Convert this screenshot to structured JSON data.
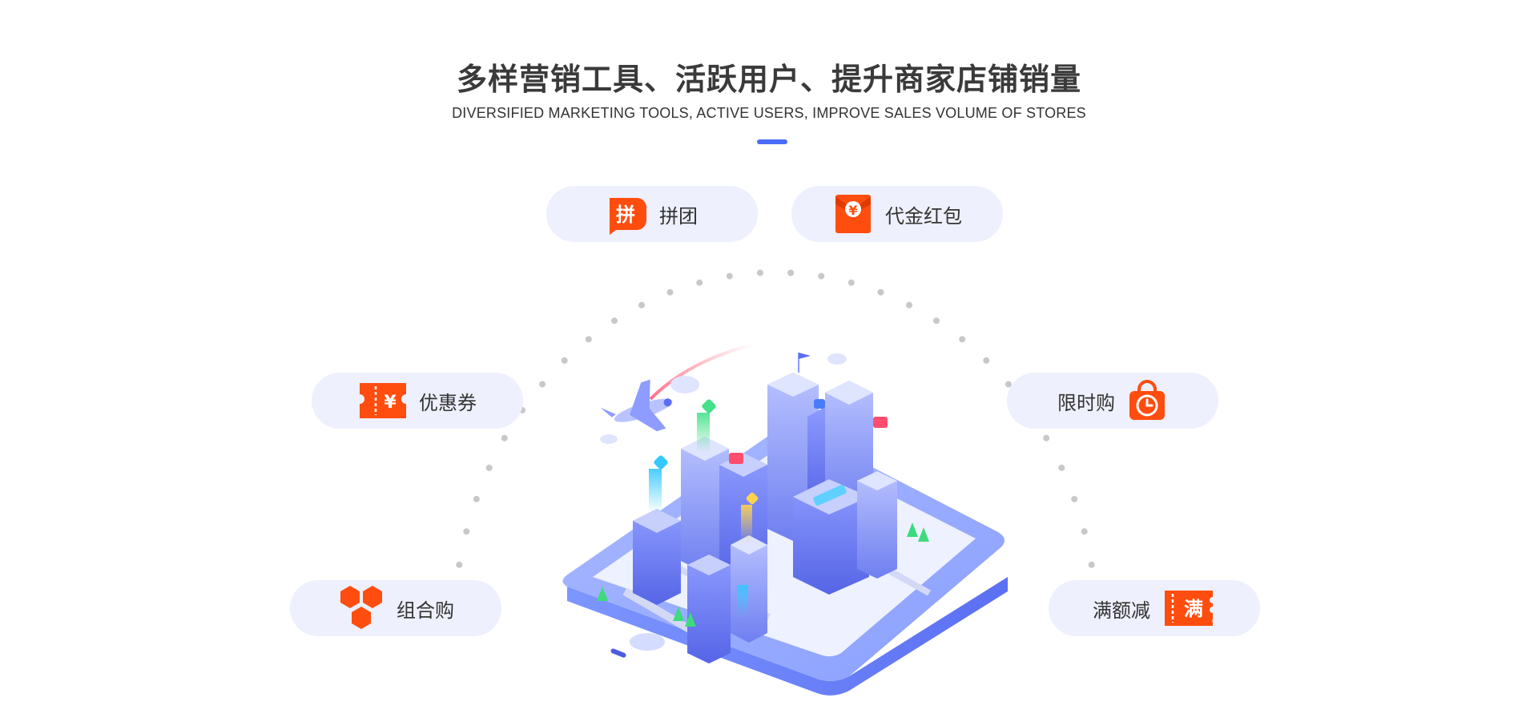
{
  "header": {
    "title": "多样营销工具、活跃用户、提升商家店铺销量",
    "subtitle": "DIVERSIFIED MARKETING TOOLS, ACTIVE USERS, IMPROVE SALES VOLUME OF STORES"
  },
  "tools": {
    "group_buy": {
      "label": "拼团",
      "icon_text": "拼",
      "icon": "group-buy-icon"
    },
    "voucher": {
      "label": "代金红包",
      "icon_text": "¥",
      "icon": "red-envelope-icon"
    },
    "coupon": {
      "label": "优惠券",
      "icon_text": "¥",
      "icon": "coupon-icon"
    },
    "flash_sale": {
      "label": "限时购",
      "icon": "shopping-bag-clock-icon"
    },
    "bundle": {
      "label": "组合购",
      "icon": "hexagon-cluster-icon"
    },
    "discount": {
      "label": "满额减",
      "icon_text": "满",
      "icon": "full-reduction-ticket-icon"
    }
  },
  "colors": {
    "accent": "#4a6cf7",
    "icon_orange": "#ff4d0f",
    "pill_bg": "#eef0fd",
    "title_text": "#3a3a3a",
    "dots": "#c8c8c8"
  }
}
